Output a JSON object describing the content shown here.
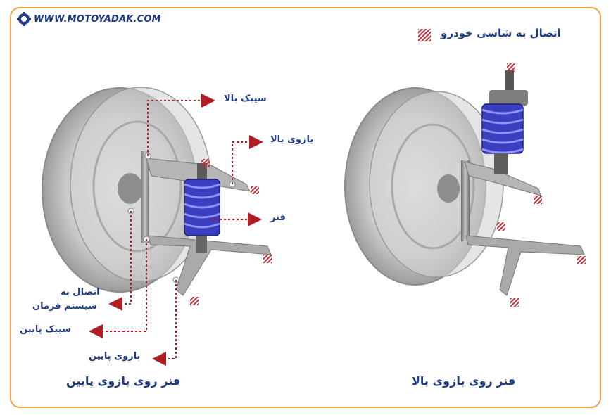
{
  "logo": {
    "text": "WWW.MOTOYADAK.COM",
    "icon": "gear-logo-icon"
  },
  "legend": {
    "label": "اتصال به شاسی خودرو",
    "icon": "hatch-marker-icon"
  },
  "left_diagram": {
    "caption": "فنر روی بازوی پایین",
    "labels": {
      "upper_ball_joint": "سیبک بالا",
      "upper_arm": "بازوی بالا",
      "spring": "فنر",
      "steering_line1": "اتصال به",
      "steering_line2": "سیستم فرمان",
      "lower_ball_joint": "سیبک پایین",
      "lower_arm": "بازوی پایین"
    }
  },
  "right_diagram": {
    "caption": "فنر روی بازوی بالا"
  },
  "colors": {
    "label_text": "#1f3b8a",
    "leader": "#b01e23",
    "frame": "#f0a24a",
    "spring": "#3a3fc0",
    "hatch": "#c0353a"
  }
}
